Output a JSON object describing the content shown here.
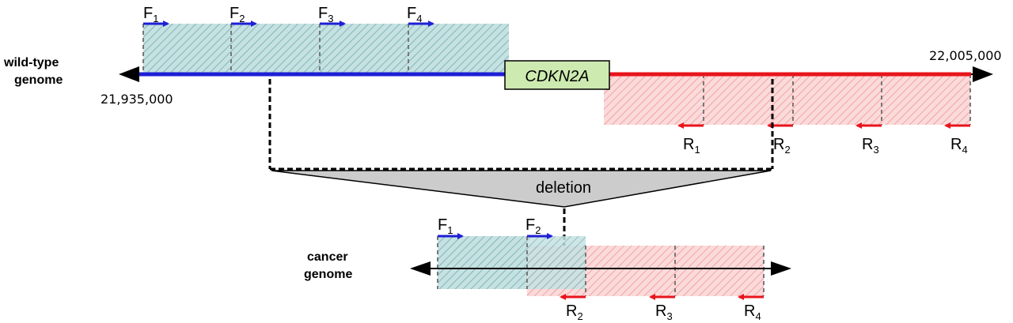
{
  "wild_type": {
    "label_line1": "wild-type",
    "label_line2": "genome",
    "coord_start": "21,935,000",
    "coord_end": "22,005,000",
    "gene": "CDKN2A",
    "forward_primers": [
      {
        "letter": "F",
        "sub": "1"
      },
      {
        "letter": "F",
        "sub": "2"
      },
      {
        "letter": "F",
        "sub": "3"
      },
      {
        "letter": "F",
        "sub": "4"
      }
    ],
    "reverse_primers": [
      {
        "letter": "R",
        "sub": "1"
      },
      {
        "letter": "R",
        "sub": "2"
      },
      {
        "letter": "R",
        "sub": "3"
      },
      {
        "letter": "R",
        "sub": "4"
      }
    ]
  },
  "deletion": {
    "label": "deletion"
  },
  "cancer": {
    "label_line1": "cancer",
    "label_line2": "genome",
    "forward_primers": [
      {
        "letter": "F",
        "sub": "1"
      },
      {
        "letter": "F",
        "sub": "2"
      }
    ],
    "reverse_primers": [
      {
        "letter": "R",
        "sub": "2"
      },
      {
        "letter": "R",
        "sub": "3"
      },
      {
        "letter": "R",
        "sub": "4"
      }
    ]
  },
  "colors": {
    "forward": "#1f1fd6",
    "reverse": "#e8141b",
    "teal_fill": "#a8cfd0",
    "pink_fill": "#f6c3c3",
    "gene_box": "#cdeab0",
    "deletion_fill": "#cccccc"
  }
}
